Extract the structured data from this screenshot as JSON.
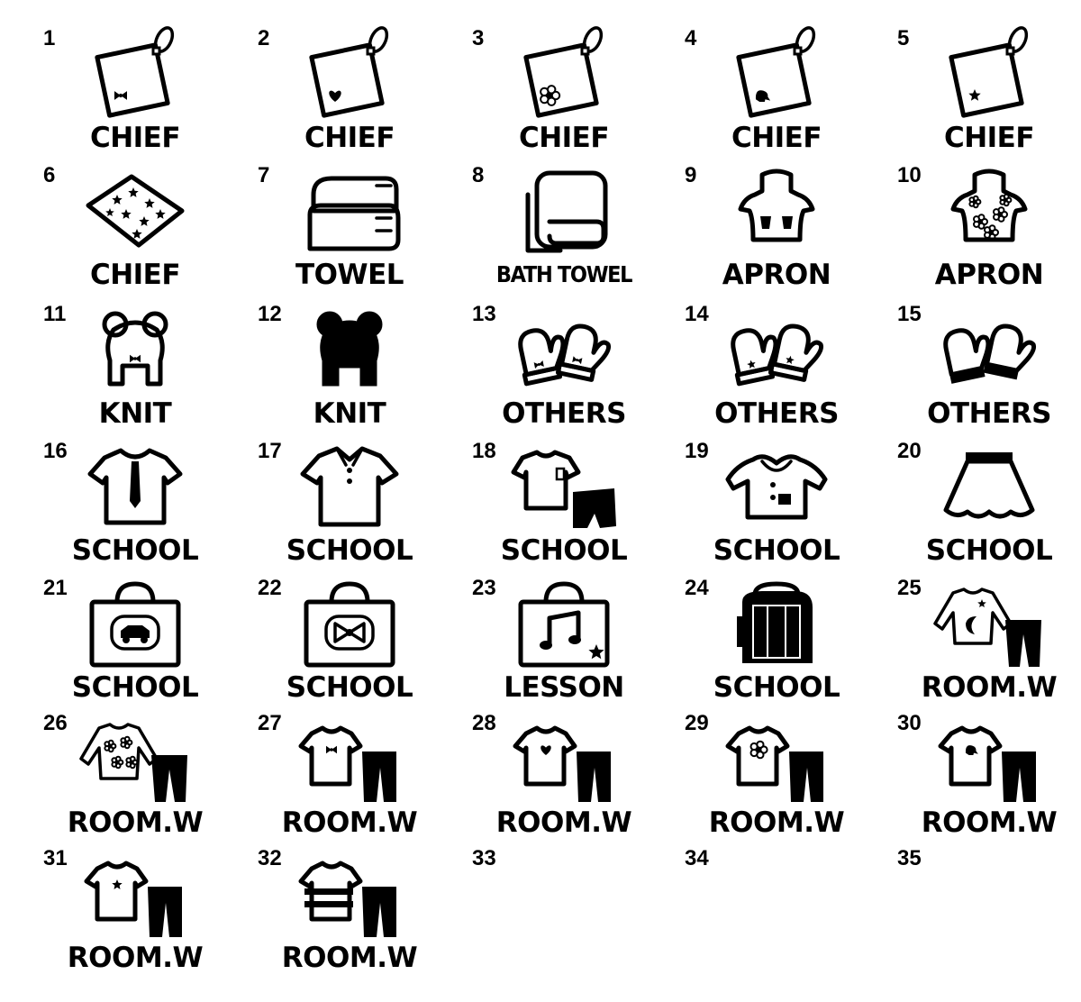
{
  "items": [
    {
      "number": "1",
      "label": "CHIEF",
      "icon": "handkerchief-ribbon-icon"
    },
    {
      "number": "2",
      "label": "CHIEF",
      "icon": "handkerchief-heart-icon"
    },
    {
      "number": "3",
      "label": "CHIEF",
      "icon": "handkerchief-flower-icon"
    },
    {
      "number": "4",
      "label": "CHIEF",
      "icon": "handkerchief-elephant-icon"
    },
    {
      "number": "5",
      "label": "CHIEF",
      "icon": "handkerchief-star-icon"
    },
    {
      "number": "6",
      "label": "CHIEF",
      "icon": "handkerchief-stars-pattern-icon"
    },
    {
      "number": "7",
      "label": "TOWEL",
      "icon": "folded-towel-icon"
    },
    {
      "number": "8",
      "label": "BATH TOWEL",
      "icon": "rolled-bath-towel-icon"
    },
    {
      "number": "9",
      "label": "APRON",
      "icon": "apron-pockets-icon"
    },
    {
      "number": "10",
      "label": "APRON",
      "icon": "apron-flowers-icon"
    },
    {
      "number": "11",
      "label": "KNIT",
      "icon": "knit-hat-outline-icon"
    },
    {
      "number": "12",
      "label": "KNIT",
      "icon": "knit-hat-filled-icon"
    },
    {
      "number": "13",
      "label": "OTHERS",
      "icon": "mittens-ribbon-icon"
    },
    {
      "number": "14",
      "label": "OTHERS",
      "icon": "mittens-star-icon"
    },
    {
      "number": "15",
      "label": "OTHERS",
      "icon": "mittens-plain-icon"
    },
    {
      "number": "16",
      "label": "SCHOOL",
      "icon": "shirt-tie-icon"
    },
    {
      "number": "17",
      "label": "SCHOOL",
      "icon": "polo-shirt-icon"
    },
    {
      "number": "18",
      "label": "SCHOOL",
      "icon": "gym-shirt-shorts-icon"
    },
    {
      "number": "19",
      "label": "SCHOOL",
      "icon": "smock-icon"
    },
    {
      "number": "20",
      "label": "SCHOOL",
      "icon": "skirt-icon"
    },
    {
      "number": "21",
      "label": "SCHOOL",
      "icon": "bag-car-icon"
    },
    {
      "number": "22",
      "label": "SCHOOL",
      "icon": "bag-bow-icon"
    },
    {
      "number": "23",
      "label": "LESSON",
      "icon": "bag-music-note-icon"
    },
    {
      "number": "24",
      "label": "SCHOOL",
      "icon": "school-backpack-icon"
    },
    {
      "number": "25",
      "label": "ROOM.W",
      "icon": "pajamas-moon-icon"
    },
    {
      "number": "26",
      "label": "ROOM.W",
      "icon": "pajamas-flowers-icon"
    },
    {
      "number": "27",
      "label": "ROOM.W",
      "icon": "tshirt-pants-ribbon-icon"
    },
    {
      "number": "28",
      "label": "ROOM.W",
      "icon": "tshirt-pants-heart-icon"
    },
    {
      "number": "29",
      "label": "ROOM.W",
      "icon": "tshirt-pants-flower-icon"
    },
    {
      "number": "30",
      "label": "ROOM.W",
      "icon": "tshirt-pants-elephant-icon"
    },
    {
      "number": "31",
      "label": "ROOM.W",
      "icon": "tshirt-pants-star-icon"
    },
    {
      "number": "32",
      "label": "ROOM.W",
      "icon": "tshirt-pants-stripes-icon"
    },
    {
      "number": "33",
      "label": "",
      "icon": ""
    },
    {
      "number": "34",
      "label": "",
      "icon": ""
    },
    {
      "number": "35",
      "label": "",
      "icon": ""
    }
  ]
}
